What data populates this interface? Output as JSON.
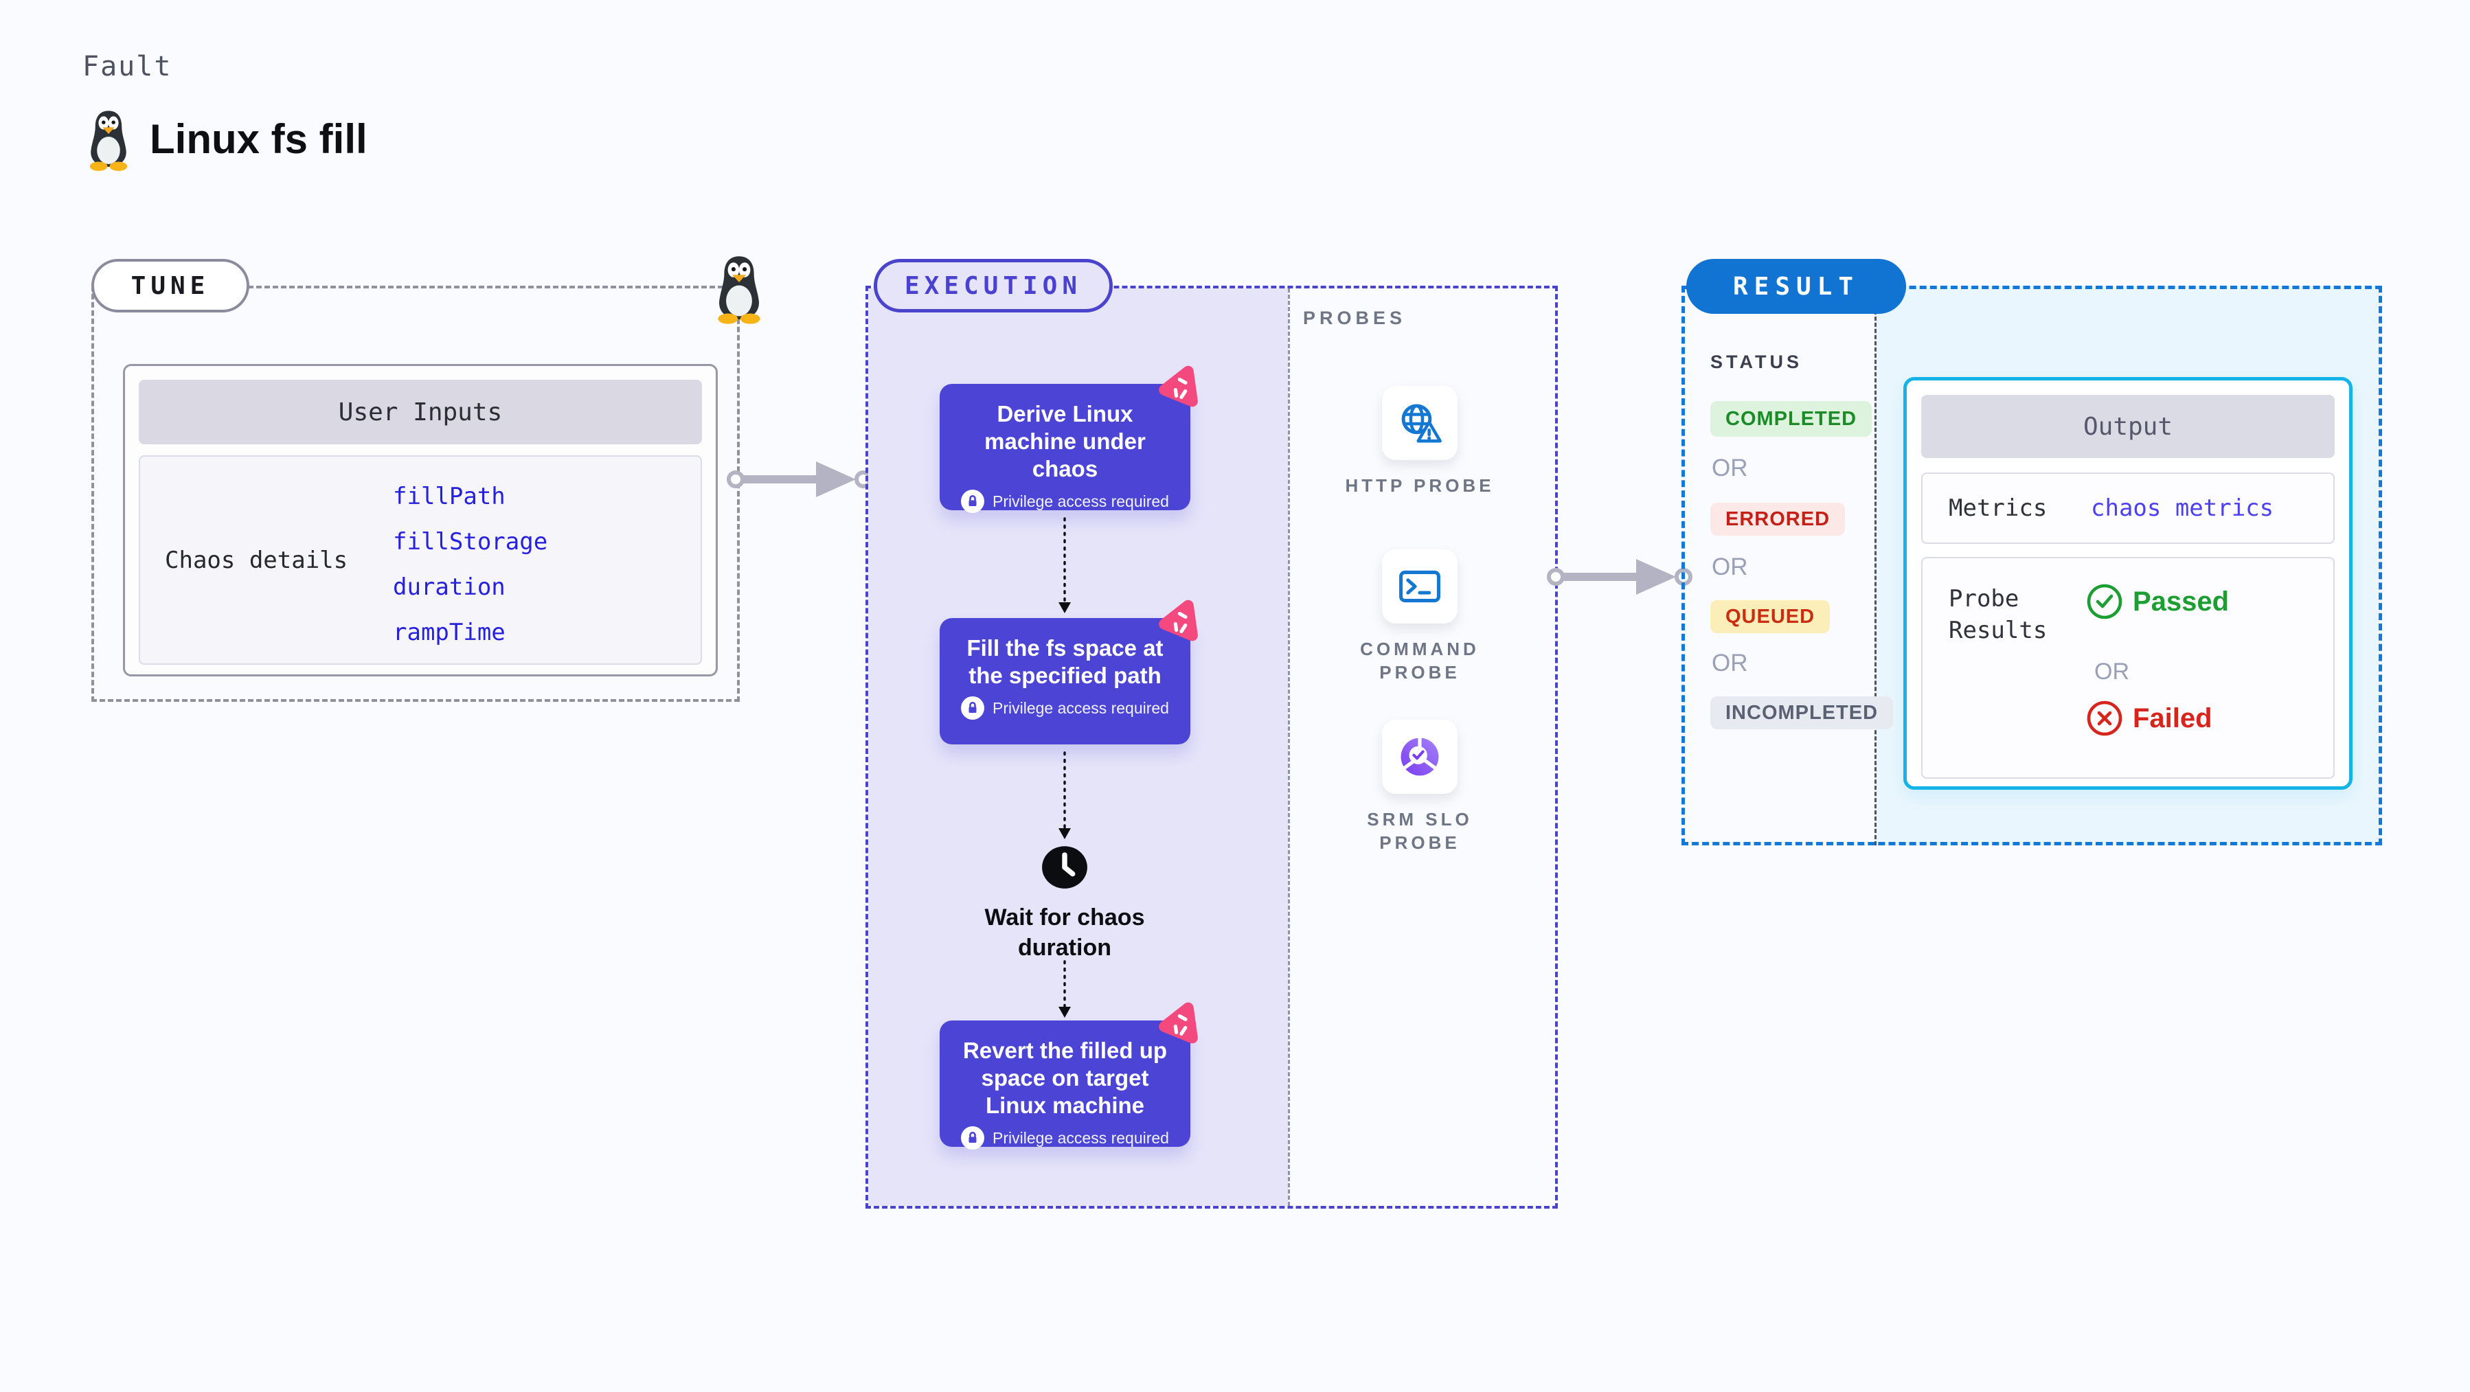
{
  "header": {
    "eyebrow": "Fault",
    "title": "Linux fs fill"
  },
  "tune": {
    "badge": "TUNE",
    "card_title": "User Inputs",
    "row_label": "Chaos details",
    "inputs": [
      "fillPath",
      "fillStorage",
      "duration",
      "rampTime"
    ]
  },
  "execution": {
    "badge": "EXECUTION",
    "steps": [
      {
        "title": "Derive Linux machine under chaos",
        "note": "Privilege access required"
      },
      {
        "title": "Fill the fs space at the specified path",
        "note": "Privilege access required"
      },
      {
        "title": "Revert the filled up space on target Linux machine",
        "note": "Privilege access required"
      }
    ],
    "wait_label": "Wait for chaos duration"
  },
  "probes": {
    "label": "PROBES",
    "items": [
      {
        "label": "HTTP PROBE",
        "icon": "http-probe-icon"
      },
      {
        "label": "COMMAND PROBE",
        "icon": "command-probe-icon"
      },
      {
        "label": "SRM SLO PROBE",
        "icon": "srm-slo-probe-icon"
      }
    ]
  },
  "result": {
    "badge": "RESULT",
    "status_label": "STATUS",
    "or_label": "OR",
    "statuses": [
      {
        "label": "COMPLETED",
        "fg": "#1d8a28",
        "bg": "#ddf3de"
      },
      {
        "label": "ERRORED",
        "fg": "#c52015",
        "bg": "#fce9e7"
      },
      {
        "label": "QUEUED",
        "fg": "#ca2d12",
        "bg": "#fbeeb9"
      },
      {
        "label": "INCOMPLETED",
        "fg": "#5a6173",
        "bg": "#e8eaf1"
      }
    ],
    "output": {
      "title": "Output",
      "metrics_label": "Metrics",
      "metrics_link": "chaos metrics",
      "probe_results_label": "Probe Results",
      "passed": "Passed",
      "failed": "Failed"
    }
  },
  "colors": {
    "page_bg": "#fafbfe",
    "indigo_accent": "#4a43cb",
    "step_card_indigo": "#4b44d4",
    "lavender_bg": "#e5e4f9",
    "chaos_logo_pink": "#f4497f",
    "input_link_blue": "#2621dd",
    "result_pill_blue": "#1173d2",
    "result_border_blue": "#1478d8",
    "output_border_cyan": "#14b4e8",
    "light_blue_bg": "#e9f6fd",
    "probe_icon_blue": "#1478d2",
    "srm_purple": "#8a5cf0",
    "passed_green": "#1d9e33",
    "failed_red": "#d6251c",
    "connector_gray": "#b3b3c3"
  }
}
